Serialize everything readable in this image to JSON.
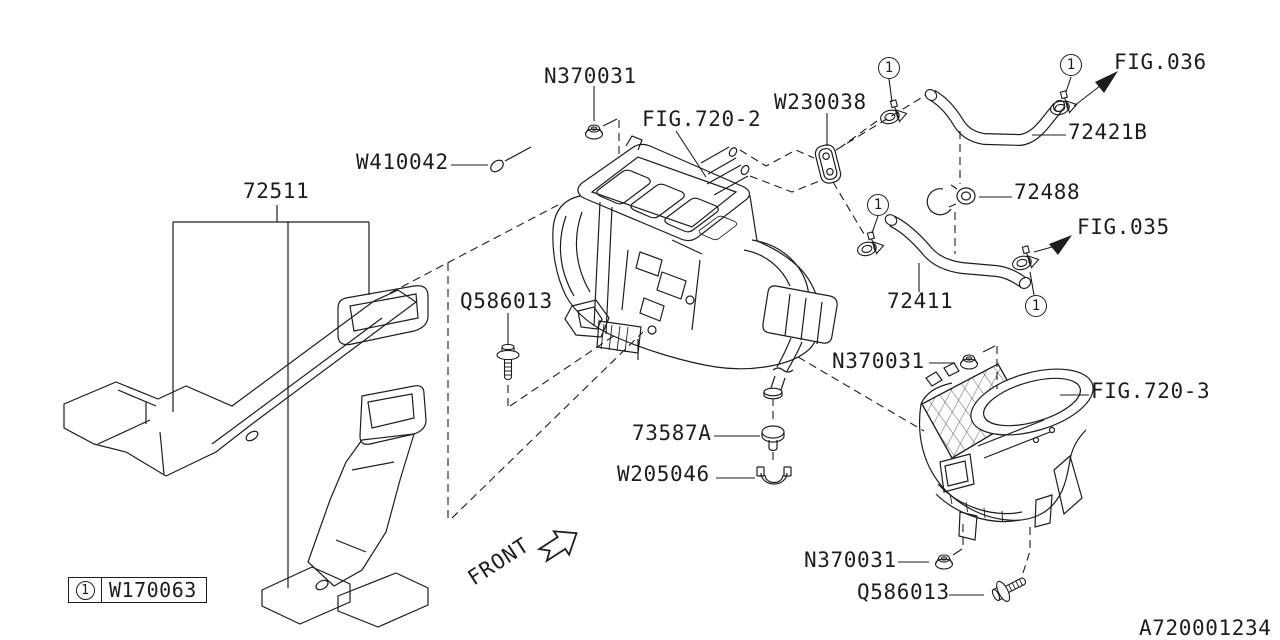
{
  "style": {
    "background": "#ffffff",
    "ink": "#1d1d1d"
  },
  "callout": {
    "ref": "1"
  },
  "legend": {
    "ref": "1",
    "part_number": "W170063"
  },
  "front_indicator": "FRONT",
  "drawing_number": "A720001234",
  "parts": {
    "n370031_top": "N370031",
    "n370031_mid": "N370031",
    "n370031_bottom": "N370031",
    "q586013_top": "Q586013",
    "q586013_bottom": "Q586013",
    "w230038": "W230038",
    "w410042": "W410042",
    "w205046": "W205046",
    "p72511": "72511",
    "p72421b": "72421B",
    "p72411": "72411",
    "p72488": "72488",
    "p73587a": "73587A"
  },
  "figure_refs": {
    "fig720_2": "FIG.720-2",
    "fig720_3": "FIG.720-3",
    "fig036": "FIG.036",
    "fig035": "FIG.035"
  },
  "icons": {
    "nut": "flange-nut",
    "bolt": "washer-bolt",
    "hose_clamp": "hose-clamp",
    "grommet": "twin-hole-grommet",
    "front_arrow": "front-direction-arrow"
  }
}
